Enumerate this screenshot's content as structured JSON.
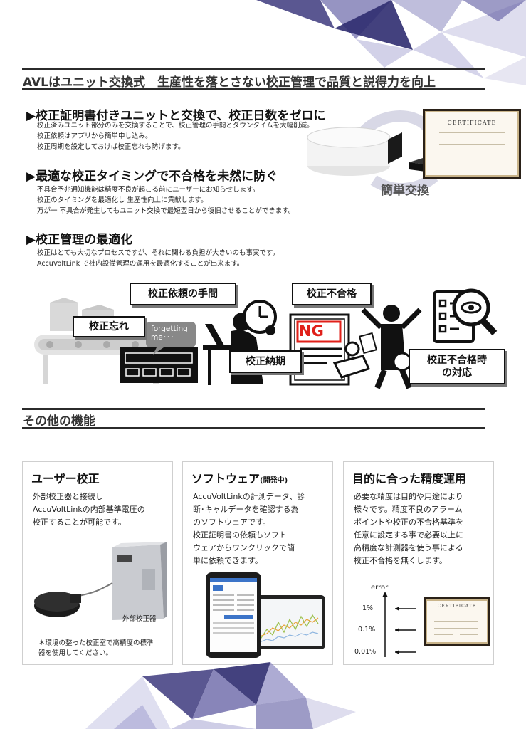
{
  "header": {
    "title": "AVLはユニット交換式　生産性を落とさない校正管理で品質と説得力を向上"
  },
  "features": [
    {
      "heading": "▶校正証明書付きユニットと交換で、校正日数をゼロに",
      "lines": [
        "校正済みユニット部分のみを交換することで、校正管理の手間とダウンタイムを大幅削減。",
        "校正依頼はアプリから簡単申し込み。",
        "校正周期を設定しておけば校正忘れも防げます。"
      ]
    },
    {
      "heading": "▶最適な校正タイミングで不合格を未然に防ぐ",
      "lines": [
        "不具合予兆通知機能は精度不良が起こる前にユーザーにお知らせします。",
        "校正のタイミングを最適化し 生産性向上に貢献します。",
        "万が一 不具合が発生してもユニット交換で最短翌日から復旧させることができます。"
      ]
    },
    {
      "heading": "▶校正管理の最適化",
      "lines": [
        "校正はとても大切なプロセスですが、それに関わる負担が大きいのも事実です。",
        "AccuVoltLink で社内設備管理の運用を最適化することが出来ます。"
      ]
    }
  ],
  "exchange_graphic": {
    "label": "簡単交換",
    "certificate_title": "CERTIFICATE"
  },
  "illustration": {
    "callouts": {
      "request_effort": "校正依頼の手間",
      "failure": "校正不合格",
      "forgotten": "校正忘れ",
      "deadline": "校正納期",
      "failure_response_line1": "校正不合格時",
      "failure_response_line2": "の対応"
    },
    "bubble_line1": "forgetting",
    "bubble_line2": "me･･･",
    "ng_text": "NG"
  },
  "other": {
    "title": "その他の機能"
  },
  "cards": [
    {
      "title": "ユーザー校正",
      "lines": [
        "外部校正器と接続し",
        "AccuVoltLinkの内部基準電圧の",
        "校正することが可能です。"
      ],
      "device_label": "外部校正器",
      "note_lines": [
        "＊環境の整った校正室で高精度の標準",
        "器を使用してください。"
      ]
    },
    {
      "title": "ソフトウェア",
      "title_suffix": "(開発中)",
      "lines": [
        "AccuVoltLinkの計測データ、診",
        "断･キャルデータを確認する為",
        "のソフトウェアです。",
        "校正証明書の依頼もソフト",
        "ウェアからワンクリックで簡",
        "単に依頼できます。"
      ]
    },
    {
      "title": "目的に合った精度運用",
      "lines": [
        "必要な精度は目的や用途により",
        "様々です。精度不良のアラーム",
        "ポイントや校正の不合格基準を",
        "任意に設定する事で必要以上に",
        "高精度な計測器を使う事による",
        "校正不合格を無くします。"
      ],
      "axis_label": "error",
      "levels": [
        "1%",
        "0.1%",
        "0.01%"
      ],
      "certificate_title": "CERTIFICATE"
    }
  ],
  "colors": {
    "accent_dark": "#2b2b2b",
    "polygon_purple": "#4d4a8c",
    "ng_red": "#e0201a"
  }
}
